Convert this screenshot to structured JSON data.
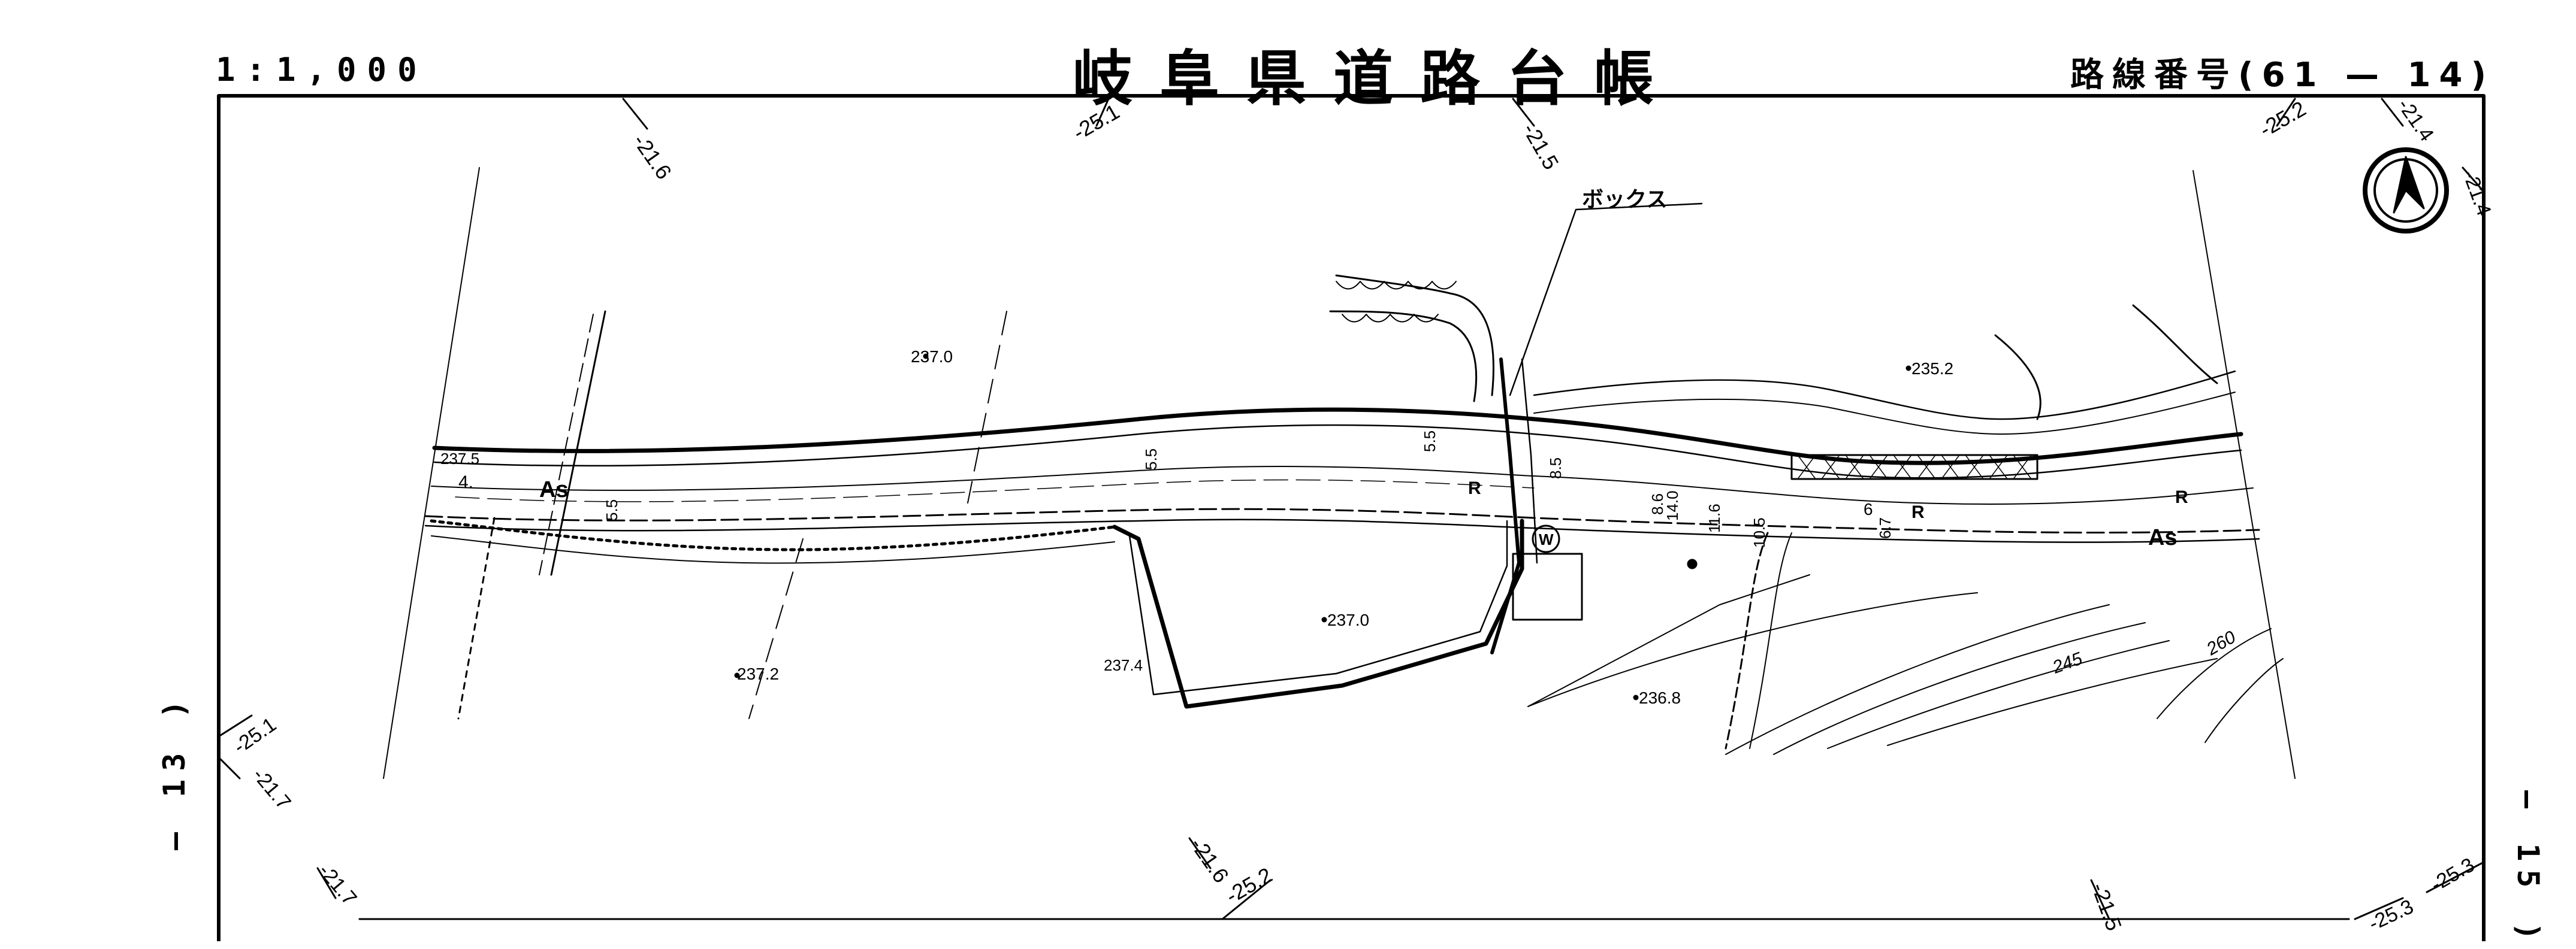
{
  "header": {
    "scale": "1:1,000",
    "title": "岐阜県道路台帳",
    "route_number": "路線番号(61 — 14)"
  },
  "adjacent_sheets": {
    "left": "— 13 )",
    "right": "— 15 )"
  },
  "map_labels": {
    "box_culvert": "ボックス",
    "surface_as_left": "As",
    "surface_as_right": "As",
    "surface_r_1": "R",
    "surface_r_2": "R",
    "surface_r_3": "R",
    "water_symbol": "W"
  },
  "elevations": {
    "e_237_0_top": "237.0",
    "e_237_5": "237.5",
    "e_237_2": "237.2",
    "e_237_0_mid": "237.0",
    "e_237_4": "237.4",
    "e_236_8": "236.8",
    "e_235_2": "235.2"
  },
  "dimensions": {
    "d_4": "4.",
    "d_5_a": "5.5",
    "d_5_b": "5.5",
    "d_5_c": "5.5",
    "d_5_d": "8.5",
    "d_6": "8.6",
    "d_14": "14.0",
    "d_11": "11.6",
    "d_10": "10.5",
    "d_6b": "6",
    "d_67": "6.7"
  },
  "grid_refs": {
    "g_216_top": "-21.6",
    "g_251_top": "-25.1",
    "g_215_top": "-21.5",
    "g_252_top": "-25.2",
    "g_214": "-21.4",
    "g_214b": "-21.4",
    "g_251_left": "-25.1",
    "g_217_left": "-21.7",
    "g_217_bl": "-21.7",
    "g_216_bottom": "-21.6",
    "g_252_bottom": "-25.2",
    "g_215_bottom": "-21.5",
    "g_253": "-25.3",
    "g_253b": "-25.3"
  },
  "contours": {
    "c_245": "245",
    "c_260": "260"
  },
  "colors": {
    "ink": "#000000",
    "paper": "#ffffff"
  }
}
